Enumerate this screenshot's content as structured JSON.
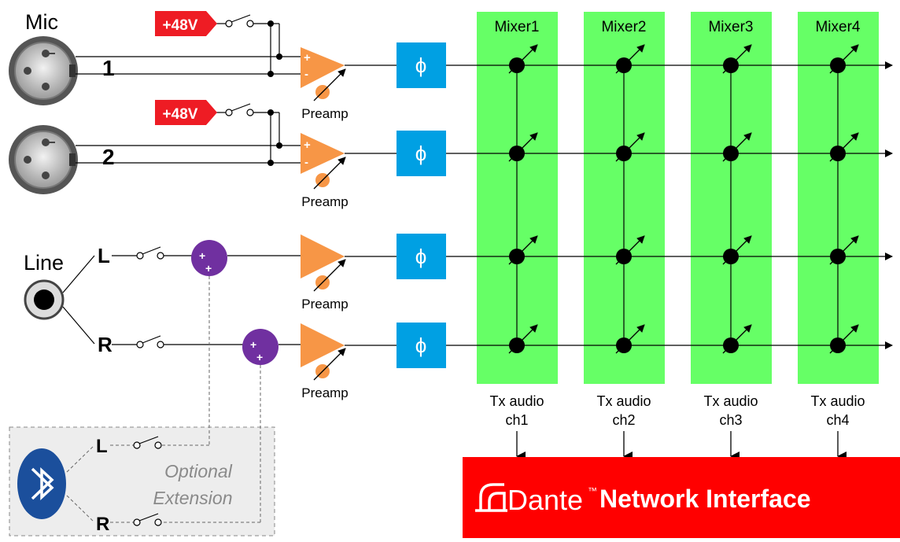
{
  "labels": {
    "mic": "Mic",
    "line": "Line",
    "ch1": "1",
    "ch2": "2",
    "left": "L",
    "right": "R",
    "phantom": "+48V",
    "preamp": "Preamp",
    "phase": "ϕ",
    "plus": "+",
    "minus": "-"
  },
  "mixers": [
    {
      "name": "Mixer1",
      "tx_line1": "Tx audio",
      "tx_line2": "ch1"
    },
    {
      "name": "Mixer2",
      "tx_line1": "Tx audio",
      "tx_line2": "ch2"
    },
    {
      "name": "Mixer3",
      "tx_line1": "Tx audio",
      "tx_line2": "ch3"
    },
    {
      "name": "Mixer4",
      "tx_line1": "Tx audio",
      "tx_line2": "ch4"
    }
  ],
  "optional": {
    "line1": "Optional",
    "line2": "Extension"
  },
  "dante": {
    "brand": "Dante",
    "tm": "™",
    "text": "Network Interface"
  },
  "icons": [
    "xlr-connector-icon",
    "jack-connector-icon",
    "switch-icon",
    "summing-node-icon",
    "bluetooth-icon",
    "dante-logo-icon"
  ],
  "colors": {
    "phantom": "#ee1c24",
    "preamp": "#f79646",
    "phase": "#00a0e3",
    "mixer": "#66ff66",
    "summer": "#7030a0",
    "dante": "#ff0000",
    "bluetooth": "#1b4f9c",
    "optional_bg": "#ededed"
  }
}
